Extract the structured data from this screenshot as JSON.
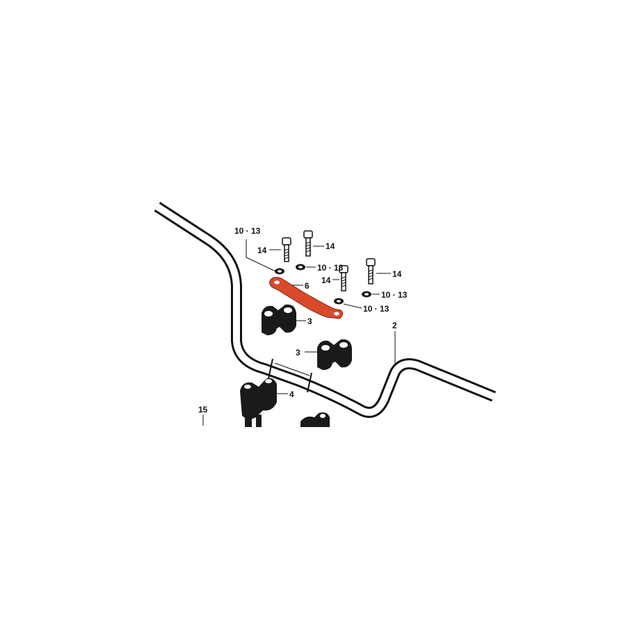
{
  "colors": {
    "line": "#111111",
    "background": "#ffffff",
    "highlight": "#d94a2b"
  },
  "callouts": {
    "handlebar": "2",
    "holder_upper_front": "3",
    "holder_upper_rear": "3",
    "holder_lower": "4",
    "plate": "6",
    "washer_a": "10 · 13",
    "washer_b": "10 · 13",
    "washer_c": "10 · 13",
    "washer_d": "10 · 13",
    "bolt_a": "14",
    "bolt_b": "14",
    "bolt_c": "14",
    "bolt_d": "14",
    "part_15": "15"
  }
}
